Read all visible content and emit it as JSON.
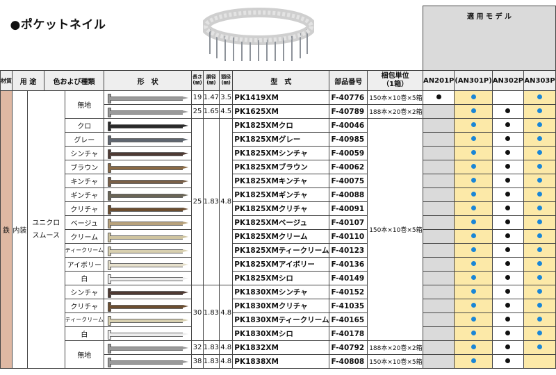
{
  "title": "●ポケットネイル",
  "header": {
    "material": "材質",
    "use": "用 途",
    "color_type": "色および種類",
    "shape": "形　状",
    "length": "長さ",
    "length_unit": "(㎜)",
    "shank": "胴径",
    "shank_unit": "(㎜)",
    "head": "頭径",
    "head_unit": "(㎜)",
    "model": "型　式",
    "part": "部品番号",
    "pack": "梱包単位",
    "pack2": "（1箱）",
    "applicable": "適 用 モ デ ル",
    "models": [
      "AN201P",
      "(AN301P)",
      "AN302P",
      "AN303P"
    ]
  },
  "body": {
    "material": "鉄",
    "use": "内装",
    "type_a": "ユニクロ",
    "type_b": "スムース"
  },
  "rows": [
    {
      "color": "無地",
      "nail": "#9a9a9a",
      "len": "19",
      "shank": "1.47",
      "head": "3.5",
      "model": "PK1419XM",
      "part": "F-40776",
      "pack": "150本×10巻×5箱",
      "apps": [
        "black",
        "blue",
        "",
        "blue"
      ]
    },
    {
      "color": "",
      "nail": "#9a9a9a",
      "len": "25",
      "shank": "1.65",
      "head": "4.5",
      "model": "PK1625XM",
      "part": "F-40789",
      "pack": "188本×20巻×2箱",
      "apps": [
        "",
        "blue",
        "black",
        "blue"
      ]
    },
    {
      "color": "クロ",
      "nail": "#2a2a2a",
      "len": "",
      "shank": "",
      "head": "",
      "model": "PK1825XMクロ",
      "part": "F-40046",
      "pack": "",
      "apps": [
        "",
        "blue",
        "black",
        "blue"
      ]
    },
    {
      "color": "グレー",
      "nail": "#5f6670",
      "len": "",
      "shank": "",
      "head": "",
      "model": "PK1825XMグレー",
      "part": "F-40985",
      "pack": "",
      "apps": [
        "",
        "blue",
        "black",
        "blue"
      ]
    },
    {
      "color": "シンチャ",
      "nail": "#4e3a33",
      "len": "",
      "shank": "",
      "head": "",
      "model": "PK1825XMシンチャ",
      "part": "F-40059",
      "pack": "",
      "apps": [
        "",
        "blue",
        "black",
        "blue"
      ]
    },
    {
      "color": "ブラウン",
      "nail": "#8a6a45",
      "len": "",
      "shank": "",
      "head": "",
      "model": "PK1825XMブラウン",
      "part": "F-40062",
      "pack": "",
      "apps": [
        "",
        "blue",
        "black",
        "blue"
      ]
    },
    {
      "color": "キンチャ",
      "nail": "#7a6048",
      "len": "25",
      "shank": "1.83",
      "head": "4.8",
      "model": "PK1825XMキンチャ",
      "part": "F-40075",
      "pack": "",
      "apps": [
        "",
        "blue",
        "black",
        "blue"
      ]
    },
    {
      "color": "ギンチャ",
      "nail": "#6a6556",
      "len": "",
      "shank": "",
      "head": "",
      "model": "PK1825XMギンチャ",
      "part": "F-40088",
      "pack": "",
      "apps": [
        "",
        "blue",
        "black",
        "blue"
      ]
    },
    {
      "color": "クリチャ",
      "nail": "#6c4e30",
      "len": "",
      "shank": "",
      "head": "",
      "model": "PK1825XMクリチャ",
      "part": "F-40091",
      "pack": "",
      "apps": [
        "",
        "blue",
        "black",
        "blue"
      ]
    },
    {
      "color": "ベージュ",
      "nail": "#b8a27c",
      "len": "",
      "shank": "",
      "head": "",
      "model": "PK1825XMベージュ",
      "part": "F-40107",
      "pack": "150本×10巻×5箱",
      "apps": [
        "",
        "blue",
        "black",
        "blue"
      ]
    },
    {
      "color": "クリーム",
      "nail": "#cfc4a0",
      "len": "",
      "shank": "",
      "head": "",
      "model": "PK1825XMクリーム",
      "part": "F-40110",
      "pack": "",
      "apps": [
        "",
        "blue",
        "black",
        "blue"
      ]
    },
    {
      "color": "ティークリーム",
      "nail": "#d8d0b0",
      "len": "",
      "shank": "",
      "head": "",
      "model": "PK1825XMティークリーム",
      "part": "F-40123",
      "pack": "",
      "apps": [
        "",
        "blue",
        "black",
        "blue"
      ]
    },
    {
      "color": "アイボリー",
      "nail": "#e6e0cc",
      "len": "",
      "shank": "",
      "head": "",
      "model": "PK1825XMアイボリー",
      "part": "F-40136",
      "pack": "",
      "apps": [
        "",
        "blue",
        "black",
        "blue"
      ]
    },
    {
      "color": "白",
      "nail": "#eeeeee",
      "len": "",
      "shank": "",
      "head": "",
      "model": "PK1825XMシロ",
      "part": "F-40149",
      "pack": "",
      "apps": [
        "",
        "blue",
        "black",
        "blue"
      ]
    },
    {
      "color": "シンチャ",
      "nail": "#4e3a33",
      "len": "",
      "shank": "",
      "head": "",
      "model": "PK1830XMシンチャ",
      "part": "F-40152",
      "pack": "",
      "apps": [
        "",
        "blue",
        "black",
        "blue"
      ]
    },
    {
      "color": "クリチャ",
      "nail": "#6c4e30",
      "len": "30",
      "shank": "1.83",
      "head": "4.8",
      "model": "PK1830XMクリチャ",
      "part": "F-41035",
      "pack": "",
      "apps": [
        "",
        "blue",
        "black",
        "blue"
      ]
    },
    {
      "color": "ティークリーム",
      "nail": "#d8d0b0",
      "len": "",
      "shank": "",
      "head": "",
      "model": "PK1830XMティークリーム",
      "part": "F-40165",
      "pack": "",
      "apps": [
        "",
        "blue",
        "black",
        "blue"
      ]
    },
    {
      "color": "白",
      "nail": "#eeeeee",
      "len": "",
      "shank": "",
      "head": "",
      "model": "PK1830XMシロ",
      "part": "F-40178",
      "pack": "",
      "apps": [
        "",
        "blue",
        "black",
        "blue"
      ]
    },
    {
      "color": "無地",
      "nail": "#9a9a9a",
      "len": "32",
      "shank": "1.83",
      "head": "4.8",
      "model": "PK1832XM",
      "part": "F-40792",
      "pack": "188本×20巻×2箱",
      "apps": [
        "",
        "blue",
        "black",
        "blue"
      ]
    },
    {
      "color": "",
      "nail": "#9a9a9a",
      "len": "38",
      "shank": "1.83",
      "head": "4.8",
      "model": "PK1838XM",
      "part": "F-40808",
      "pack": "150本×10巻×5箱",
      "apps": [
        "",
        "blue",
        "black",
        ""
      ]
    }
  ]
}
